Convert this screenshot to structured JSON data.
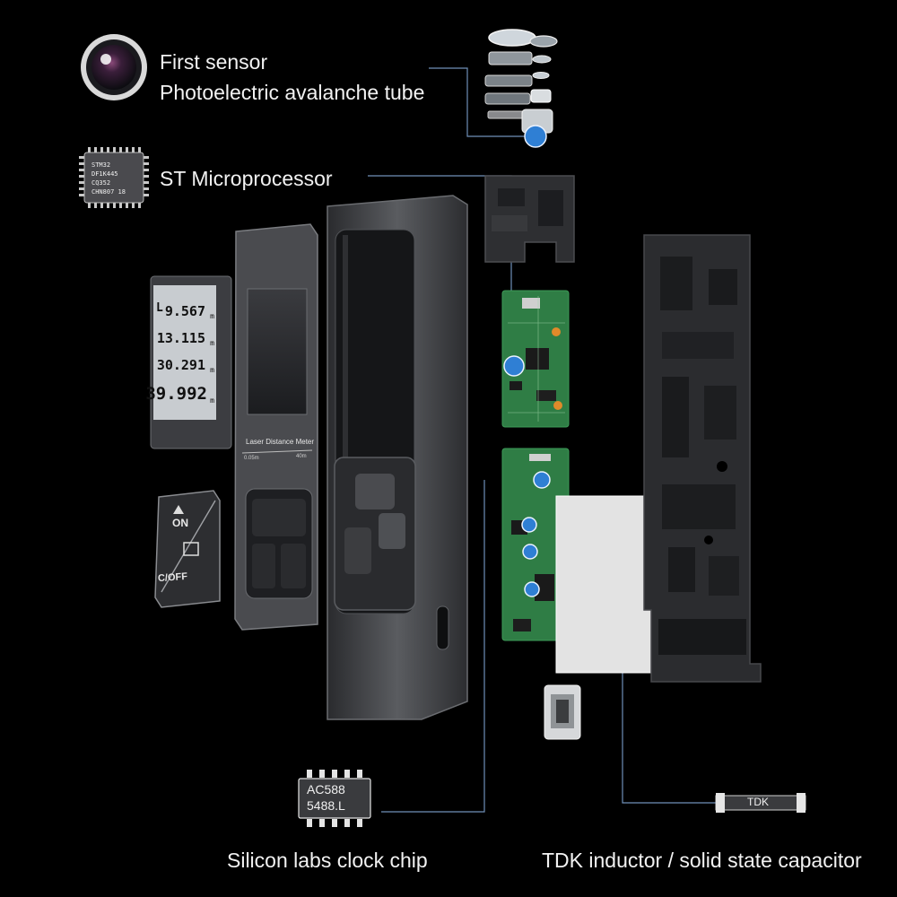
{
  "labels": {
    "first_sensor": "First sensor",
    "photo_tube": "Photoelectric avalanche tube",
    "st_micro": "ST Microprocessor",
    "clock_chip": "Silicon labs clock chip",
    "tdk": "TDK inductor / solid state capacitor"
  },
  "st_chip_lines": [
    "STM32",
    "DF1K445",
    "CQ352",
    "CHN807 18"
  ],
  "lcd": {
    "top_left": "L",
    "readings": [
      "9.567",
      "13.115",
      "30.291",
      "39.992"
    ],
    "unit": "m"
  },
  "device": {
    "panel_title": "Laser Distance Meter",
    "range_min": "0.05m",
    "range_max": "40m"
  },
  "keypad": {
    "on": "ON",
    "off": "C/OFF"
  },
  "clock_chip_lines": [
    "AC588",
    "5488.L"
  ],
  "inductor_text": "TDK",
  "colors": {
    "background": "#000000",
    "leader_line": "#6f8fb8",
    "pcb_green": "#2f7d45",
    "highlight_dot": "#2f7fd4",
    "housing": "#3a3b3e"
  }
}
